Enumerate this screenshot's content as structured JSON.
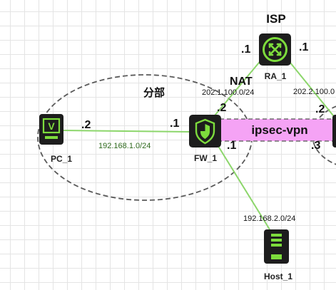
{
  "diagram": {
    "nodes": {
      "isp_router": {
        "label": "RA_1",
        "title": "ISP"
      },
      "pc": {
        "label": "PC_1"
      },
      "firewall": {
        "label": "FW_1"
      },
      "host": {
        "label": "Host_1"
      }
    },
    "groups": {
      "branch": {
        "label": "分部"
      }
    },
    "links": {
      "pc_fw": {
        "network": "192.168.1.0/24",
        "pc_end": ".2",
        "fw_end": ".1"
      },
      "fw_isp": {
        "network": "202.1.100.0/24",
        "fw_end": ".2",
        "isp_end": ".1",
        "nat_label": "NAT"
      },
      "isp_right": {
        "network": "202.2.100.0",
        "isp_end": ".1",
        "far_end": ".2"
      },
      "fw_host": {
        "network": "192.168.2.0/24",
        "fw_end": ".1"
      },
      "vpn": {
        "label": "ipsec-vpn",
        "far_end": ".3"
      }
    },
    "colors": {
      "link": "#8cd66b",
      "device_bg": "#1d1d1d",
      "device_icon": "#7ddc3c",
      "vpn_fill": "#f5a3f5",
      "net_text": "#2f6a1e",
      "group_stroke": "#5a5a5a"
    }
  }
}
